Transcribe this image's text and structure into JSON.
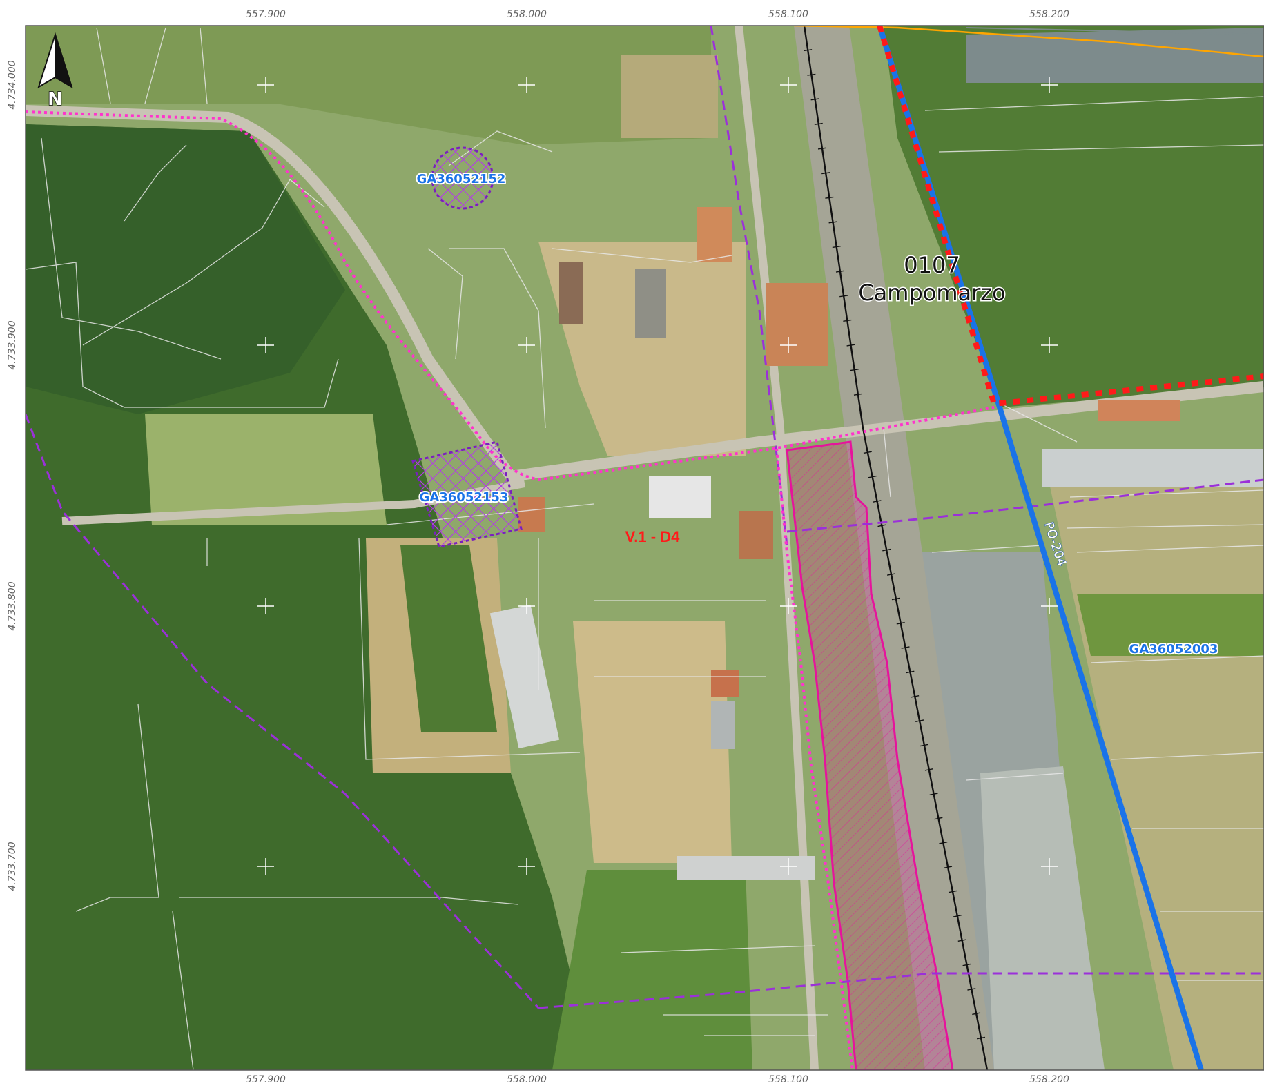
{
  "grid": {
    "x_ticks": [
      "557.900",
      "558.000",
      "558.100",
      "558.200"
    ],
    "y_ticks": [
      "4.734.000",
      "4.733.900",
      "4.733.800",
      "4.733.700"
    ]
  },
  "north_arrow": {
    "letter": "N",
    "icon": "north-arrow-icon"
  },
  "place": {
    "code": "0107",
    "name": "Campomarzo"
  },
  "road": {
    "label": "PO-204"
  },
  "zone": {
    "label": "V.1 - D4"
  },
  "sites": [
    "GA36052152",
    "GA36052153",
    "GA36052003"
  ],
  "colors": {
    "road_blue": "#1a73e8",
    "boundary_red": "#ff1a1a",
    "parcel_magenta": "#e6139c",
    "dotted_magenta": "#ff33cc",
    "dashed_purple": "#9b30d9",
    "railway_black": "#111111",
    "orange_line": "#ffa500"
  }
}
